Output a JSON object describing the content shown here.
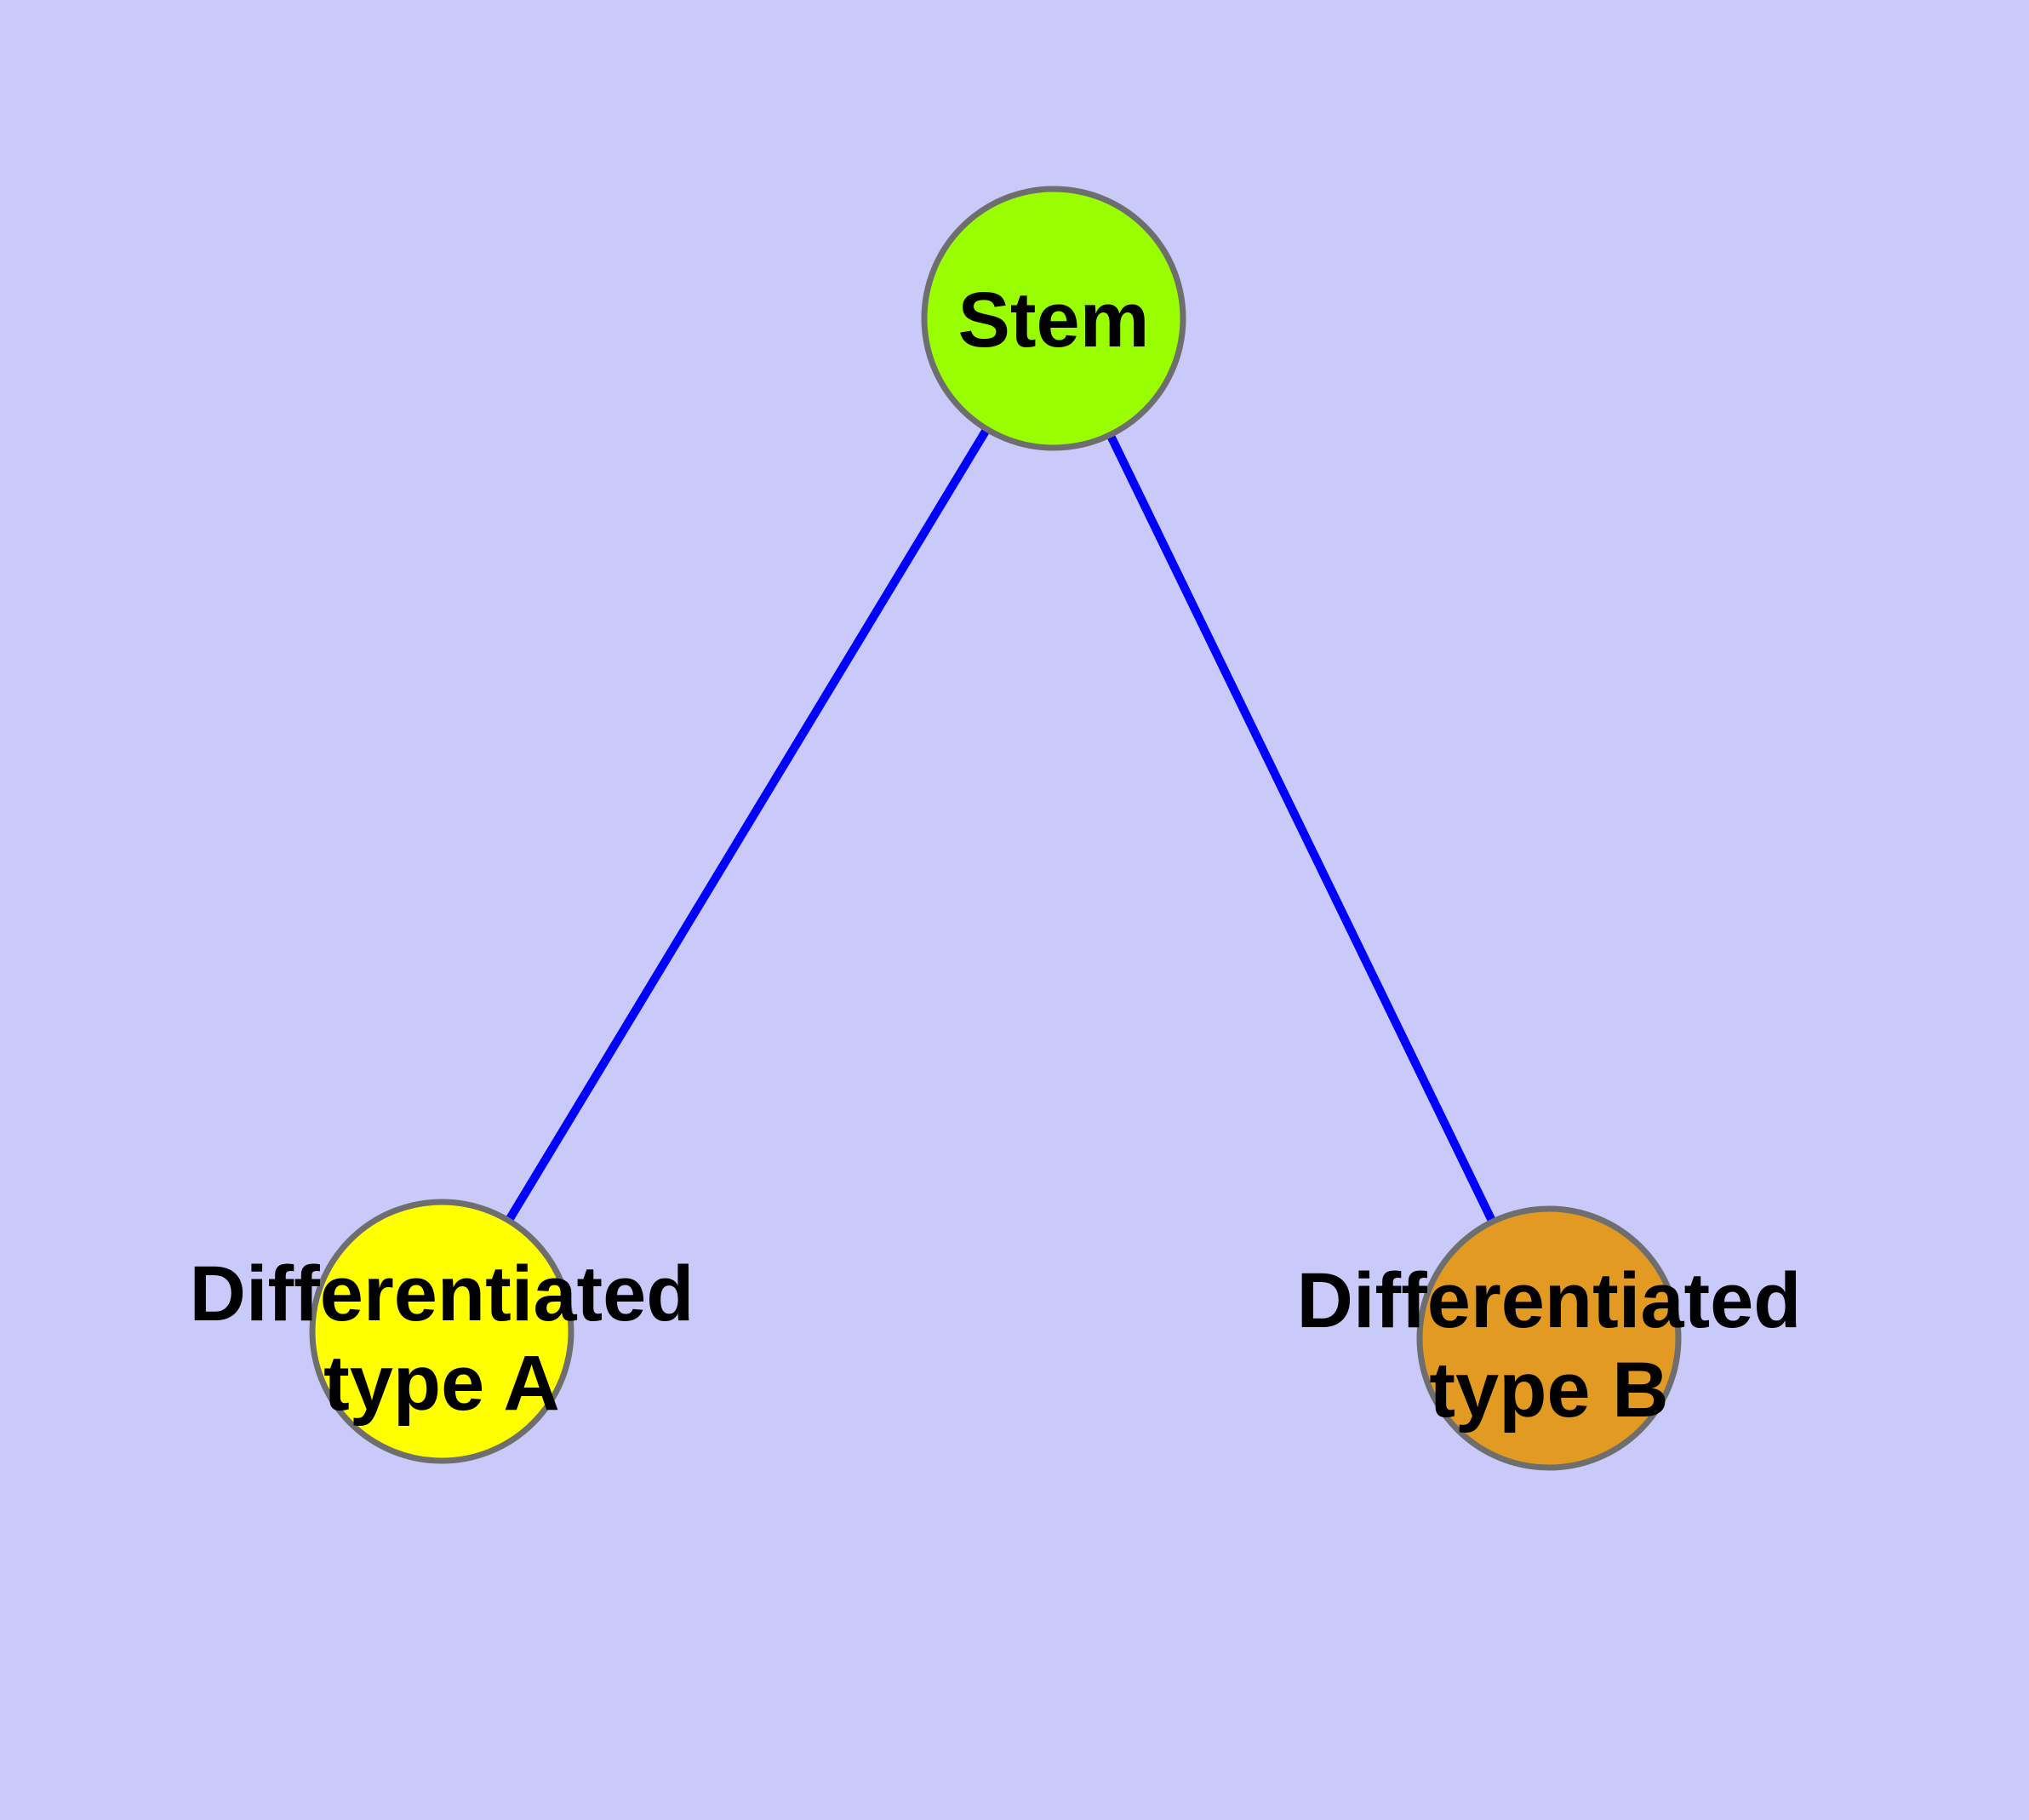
{
  "colors": {
    "background": "#C9C9FA",
    "edge": "#0000FF",
    "node_border": "#6E6E6E",
    "label_text": "#000000"
  },
  "nodes": {
    "stem": {
      "label": "Stem",
      "fill": "#99FF00"
    },
    "type_a": {
      "label_line1": "Differentiated",
      "label_line2": "type A",
      "fill": "#FFFF00"
    },
    "type_b": {
      "label_line1": "Differentiated",
      "label_line2": "type B",
      "fill": "#E39A22"
    }
  },
  "edges": [
    {
      "from": "Stem",
      "to": "Differentiated type A"
    },
    {
      "from": "Stem",
      "to": "Differentiated type B"
    }
  ]
}
